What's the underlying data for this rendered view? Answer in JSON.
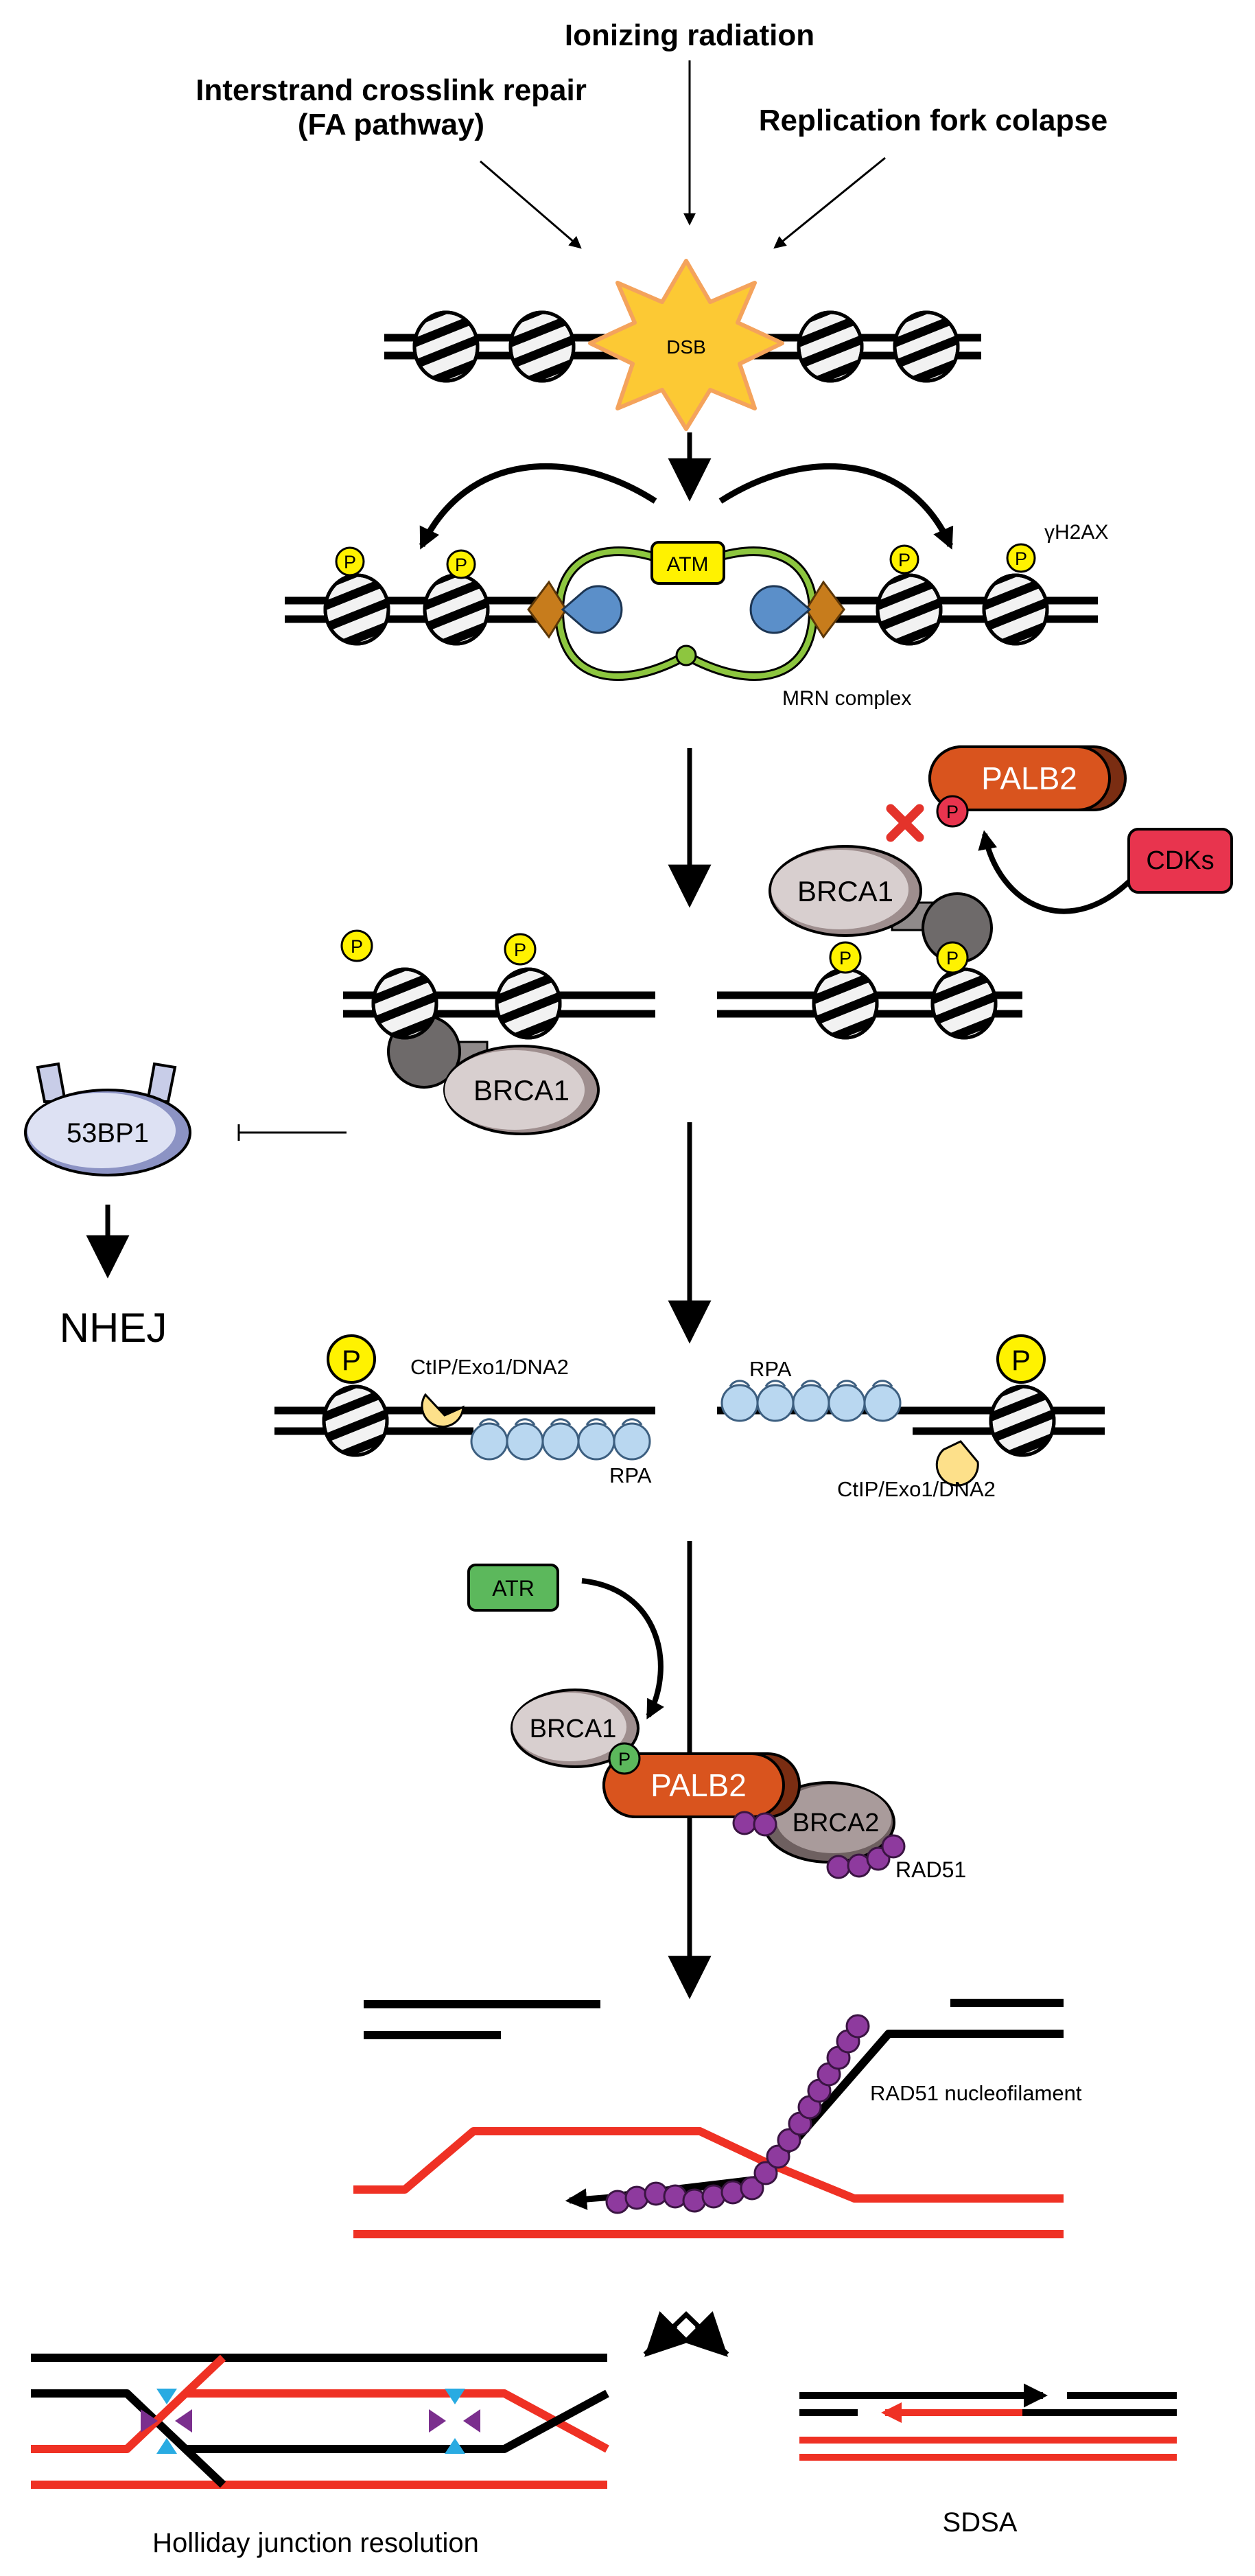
{
  "labels": {
    "ionizing_radiation": "Ionizing radiation",
    "icl_repair_line1": "Interstrand crosslink repair",
    "icl_repair_line2": "(FA pathway)",
    "replication_fork": "Replication fork colapse",
    "dsb": "DSB",
    "atm": "ATM",
    "gamma_h2ax": "γH2AX",
    "mrn_complex": "MRN complex",
    "palb2": "PALB2",
    "brca1": "BRCA1",
    "brca2": "BRCA2",
    "cdks": "CDKs",
    "p": "P",
    "bp53": "53BP1",
    "nhej": "NHEJ",
    "ctip": "CtIP/Exo1/DNA2",
    "rpa": "RPA",
    "atr": "ATR",
    "rad51": "RAD51",
    "rad51_filament": "RAD51 nucleofilament",
    "holliday": "Holliday junction resolution",
    "sdsa": "SDSA"
  },
  "colors": {
    "phospho_yellow": "#fff200",
    "atm_yellow": "#fff200",
    "mrn_green": "#8dc63f",
    "blue_protein": "#5b8fc9",
    "orange_wedge": "#c77c1c",
    "palb2_orange": "#d9541e",
    "cdk_red": "#e8344e",
    "atr_green": "#5cb85c",
    "rpa_blue": "#b9d7f0",
    "rad51_purple": "#8e3a9e",
    "red_dna": "#ef3124",
    "nuclease_yellow": "#fde08a",
    "bp53_lavender": "#c8cde8"
  }
}
